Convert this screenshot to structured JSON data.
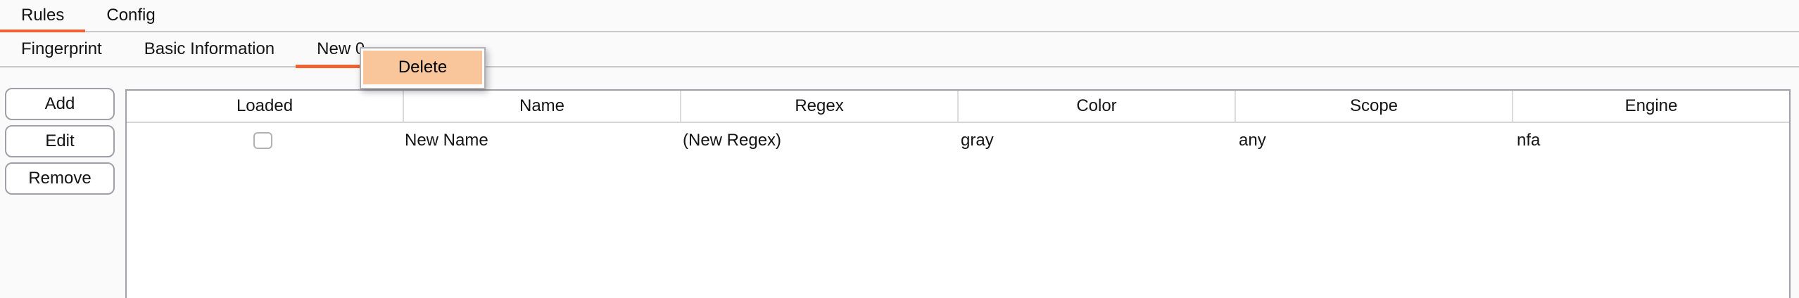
{
  "tabs_primary": [
    {
      "label": "Rules",
      "active": true
    },
    {
      "label": "Config",
      "active": false
    }
  ],
  "tabs_secondary": [
    {
      "label": "Fingerprint",
      "active": false
    },
    {
      "label": "Basic Information",
      "active": false
    },
    {
      "label": "New 0",
      "active": true
    }
  ],
  "context_menu": {
    "items": [
      {
        "label": "Delete",
        "highlighted": true
      }
    ]
  },
  "sidebar": {
    "buttons": [
      {
        "label": "Add"
      },
      {
        "label": "Edit"
      },
      {
        "label": "Remove"
      }
    ]
  },
  "table": {
    "columns": [
      "Loaded",
      "Name",
      "Regex",
      "Color",
      "Scope",
      "Engine"
    ],
    "rows": [
      {
        "loaded": false,
        "name": "New Name",
        "regex": "(New Regex)",
        "color": "gray",
        "scope": "any",
        "engine": "nfa"
      }
    ]
  },
  "colors": {
    "accent_orange": "#EE6233",
    "menu_highlight": "#F9C69C",
    "background": "#FAFAFA"
  }
}
